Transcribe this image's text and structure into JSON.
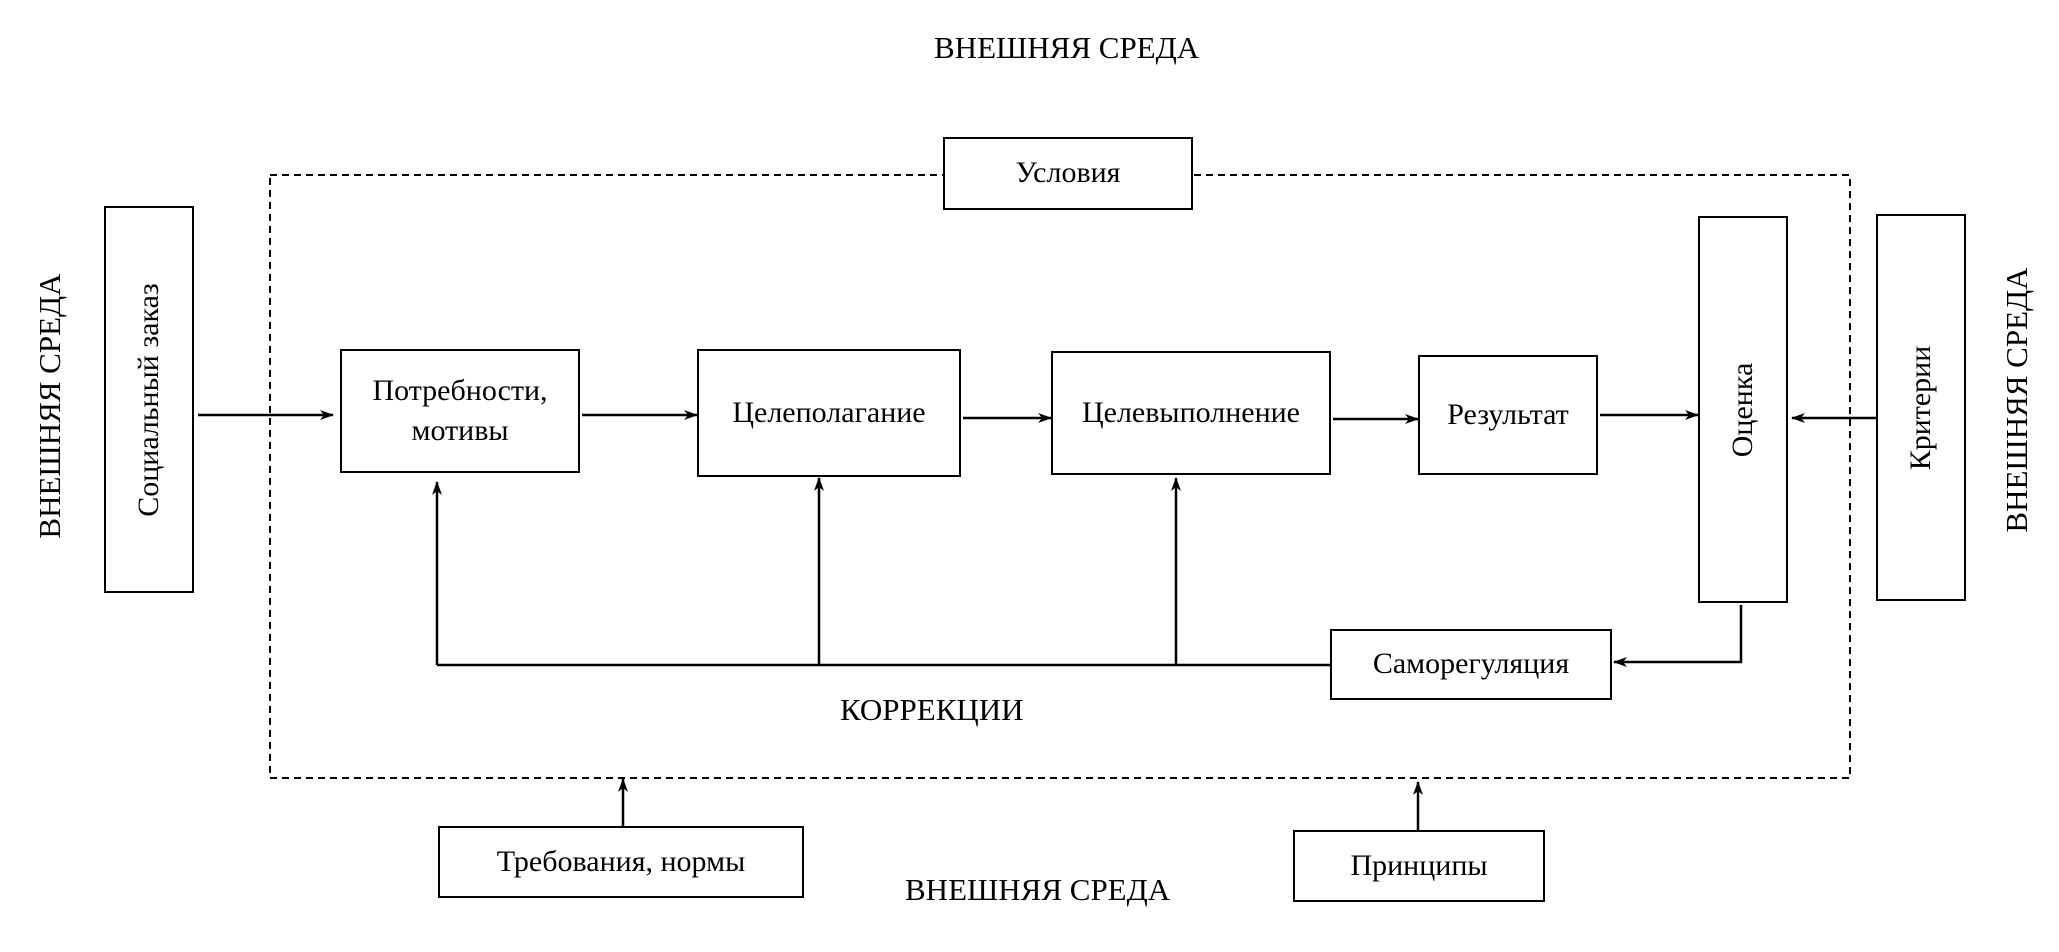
{
  "environment": {
    "top": "ВНЕШНЯЯ СРЕДА",
    "bottom": "ВНЕШНЯЯ СРЕДА",
    "left": "ВНЕШНЯЯ СРЕДА",
    "right": "ВНЕШНЯЯ СРЕДА"
  },
  "boxes": {
    "conditions": "Условия",
    "social_order": "Социальный заказ",
    "needs_motives": "Потребности,\nмотивы",
    "goal_setting": "Целеполагание",
    "goal_execution": "Целевыполнение",
    "result": "Результат",
    "evaluation": "Оценка",
    "criteria": "Критерии",
    "self_regulation": "Саморегуляция",
    "requirements": "Требования, нормы",
    "principles": "Принципы"
  },
  "labels": {
    "corrections": "КОРРЕКЦИИ"
  }
}
